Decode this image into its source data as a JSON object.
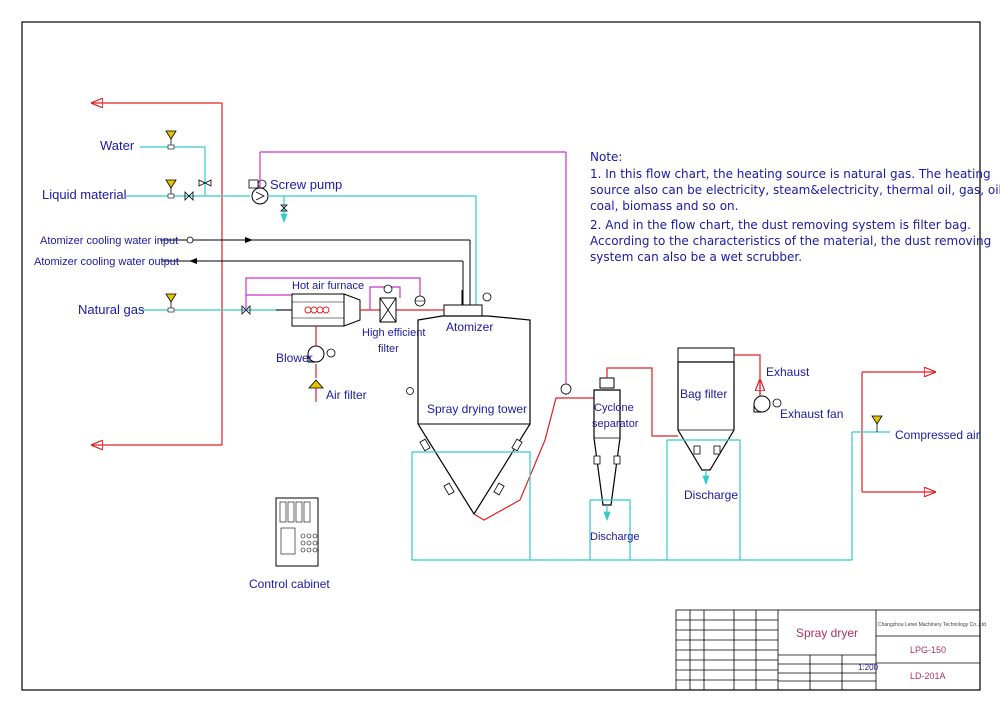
{
  "labels": {
    "water": "Water",
    "liquid_material": "Liquid material",
    "atomizer_cooling_input": "Atomizer cooling water input",
    "atomizer_cooling_output": "Atomizer cooling water output",
    "natural_gas": "Natural gas",
    "screw_pump": "Screw pump",
    "hot_air_furnace": "Hot air furnace",
    "high_efficient": "High efficient",
    "filter": "filter",
    "atomizer": "Atomizer",
    "blower": "Blower",
    "air_filter": "Air filter",
    "spray_drying_tower": "Spray drying tower",
    "cyclone": "Cyclone",
    "separator": "separator",
    "bag_filter": "Bag filter",
    "exhaust": "Exhaust",
    "exhaust_fan": "Exhaust fan",
    "compressed_air": "Compressed air",
    "discharge_bag": "Discharge",
    "discharge_cyclone": "Discharge",
    "control_cabinet": "Control cabinet"
  },
  "note": {
    "title": "Note:",
    "lines": [
      "1. In this flow chart, the heating source is natural gas. The heating",
      "source also can be electricity, steam&electricity, thermal oil, gas, oil,",
      "coal, biomass and so on.",
      "2. And in the flow chart, the dust removing system is filter bag.",
      "According to the characteristics of the material, the dust removing",
      "system can also be a wet scrubber."
    ]
  },
  "title_block": {
    "title": "Spray dryer",
    "company": "Changzhou Lenei Machinery Technology Co.,Ltd",
    "model": "LPG-150",
    "drawing_no": "LD-201A",
    "scale": "1:200"
  },
  "colors": {
    "water_line": "#33cccc",
    "material_line": "#cc33cc",
    "air_line": "#e02020",
    "equipment": "#000000",
    "text": "#1a1aa6",
    "frame": "#000000",
    "valve_fill": "#e6c200"
  }
}
